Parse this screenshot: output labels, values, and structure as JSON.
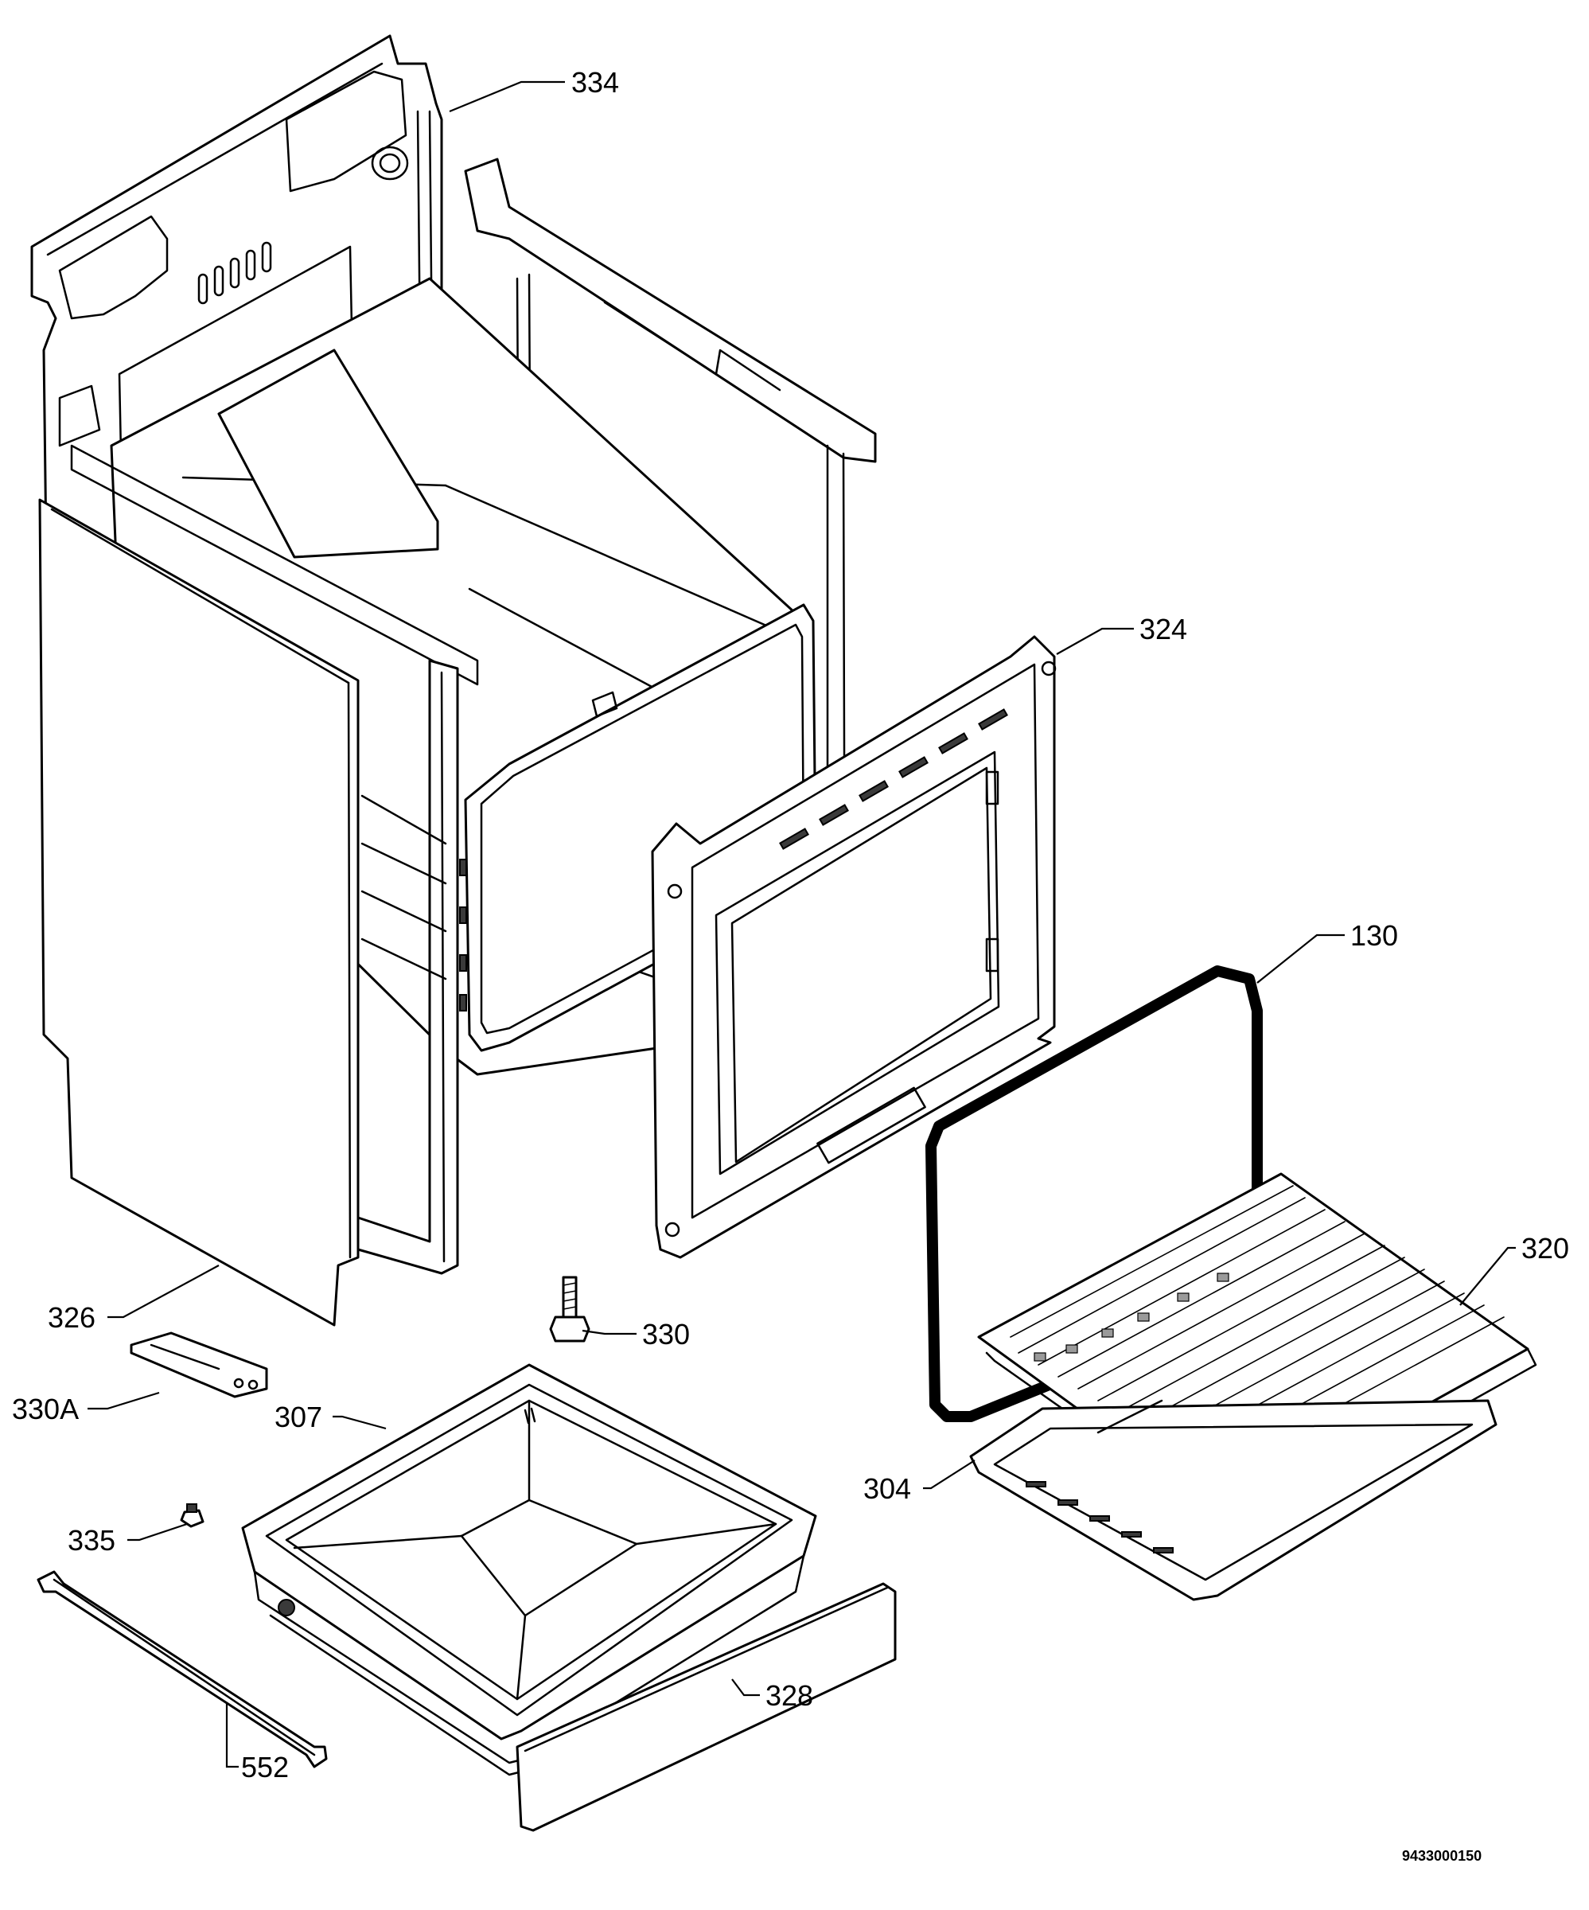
{
  "callouts": {
    "p334": "334",
    "p324": "324",
    "p130": "130",
    "p320": "320",
    "p326": "326",
    "p330": "330",
    "p330a": "330A",
    "p307": "307",
    "p304": "304",
    "p335": "335",
    "p552": "552",
    "p328": "328"
  },
  "document_code": "9433000150"
}
